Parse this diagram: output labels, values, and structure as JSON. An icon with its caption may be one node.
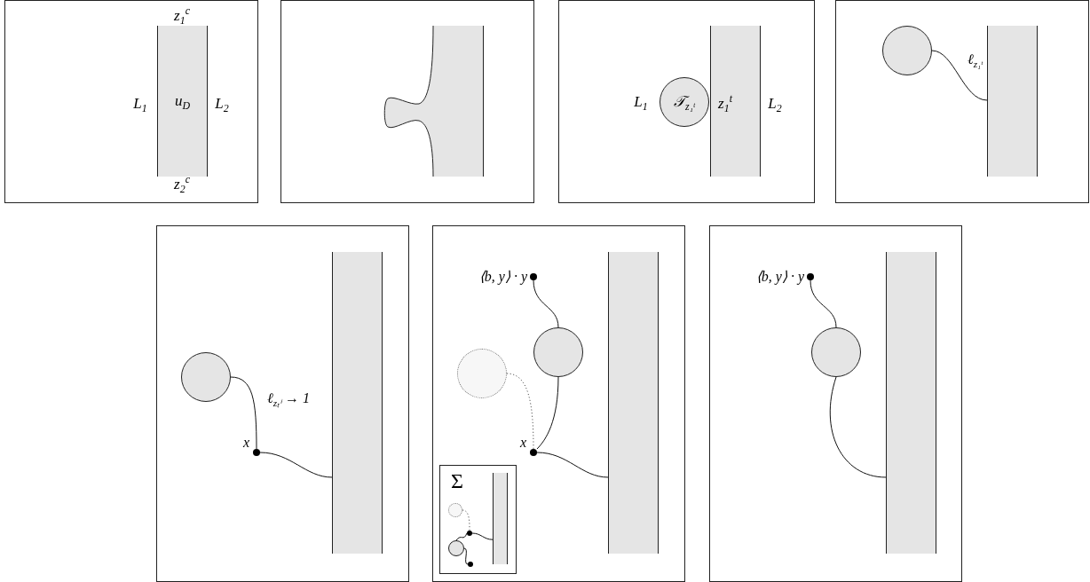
{
  "diagram": {
    "nodes": [
      {
        "text": [],
        "shape": "box"
      },
      {
        "text": [
          "u$_{D}$"
        ],
        "in": 0
      },
      {
        "text": [],
        "shape": "box"
      },
      {
        "text": [],
        "shape": "bar",
        "in": 2
      },
      {
        "text": [],
        "shape": "box"
      },
      {
        "text": [
          "𝒯$_{z₁ᵗ}$"
        ],
        "in": 4
      },
      {
        "text": [],
        "shape": "bar",
        "in": 4
      },
      {
        "text": [],
        "shape": "box"
      },
      {
        "text": [],
        "shape": "circle",
        "in": 7
      },
      {
        "text": [],
        "shape": "bar",
        "in": 7
      },
      {
        "text": [],
        "shape": "box"
      },
      {
        "text": [],
        "shape": "circle",
        "in": 10
      },
      {
        "text": [],
        "shape": "dot",
        "beside": [
          "x"
        ],
        "in": 10
      },
      {
        "text": [],
        "shape": "bar",
        "in": 10
      },
      {
        "text": [],
        "shape": "box"
      },
      {
        "text": [],
        "shape": "dot",
        "beside": [
          "⟨b, y⟩ · y"
        ],
        "in": 14
      },
      {
        "text": [],
        "shape": "circle",
        "in": 14
      },
      {
        "text": [],
        "shape": "circle",
        "in": 14
      },
      {
        "text": [],
        "shape": "dot",
        "beside": [
          "x"
        ],
        "in": 14
      },
      {
        "text": [],
        "shape": "bar",
        "in": 14
      },
      {
        "text": [
          "Σ"
        ],
        "in": 14
      },
      {
        "text": [],
        "shape": "circle",
        "in": 20
      },
      {
        "text": [],
        "shape": "dot",
        "in": 20
      },
      {
        "text": [],
        "shape": "circle",
        "in": 20
      },
      {
        "text": [],
        "shape": "dot",
        "in": 20
      },
      {
        "text": [],
        "shape": "bar",
        "in": 20
      },
      {
        "text": [],
        "shape": "box"
      },
      {
        "text": [],
        "shape": "dot",
        "beside": [
          "⟨b, y⟩ · y"
        ],
        "in": 26
      },
      {
        "text": [],
        "shape": "circle",
        "in": 26
      },
      {
        "text": [],
        "shape": "bar",
        "in": 26
      }
    ],
    "edges": [
      {
        "from": 8,
        "to": 9,
        "arrow": "none",
        "label": "ℓ$_{z₁ᵗ}$"
      },
      {
        "from": 11,
        "to": 12,
        "arrow": "none",
        "label": "ℓ$_{zₜⁱ}$ → 1"
      },
      {
        "from": 12,
        "to": 13,
        "arrow": "none"
      },
      {
        "from": 15,
        "to": 17,
        "arrow": "none"
      },
      {
        "from": 17,
        "to": 18,
        "arrow": "none"
      },
      {
        "from": 16,
        "to": 18,
        "arrow": "none",
        "style": "dashed"
      },
      {
        "from": 18,
        "to": 19,
        "arrow": "none"
      },
      {
        "from": 21,
        "to": 22,
        "arrow": "none",
        "style": "dashed"
      },
      {
        "from": 22,
        "to": 25,
        "arrow": "none"
      },
      {
        "from": 22,
        "to": 23,
        "arrow": "none"
      },
      {
        "from": 23,
        "to": 24,
        "arrow": "none"
      },
      {
        "from": 27,
        "to": 28,
        "arrow": "none"
      },
      {
        "from": 28,
        "to": 29,
        "arrow": "none"
      }
    ],
    "labels": [
      "z$_{1}$$^{c}$",
      "L$_{1}$",
      "L$_{2}$",
      "z$_{2}$$^{c}$",
      "L$_{1}$",
      "z$_{1}$$^{t}$",
      "L$_{2}$"
    ]
  }
}
